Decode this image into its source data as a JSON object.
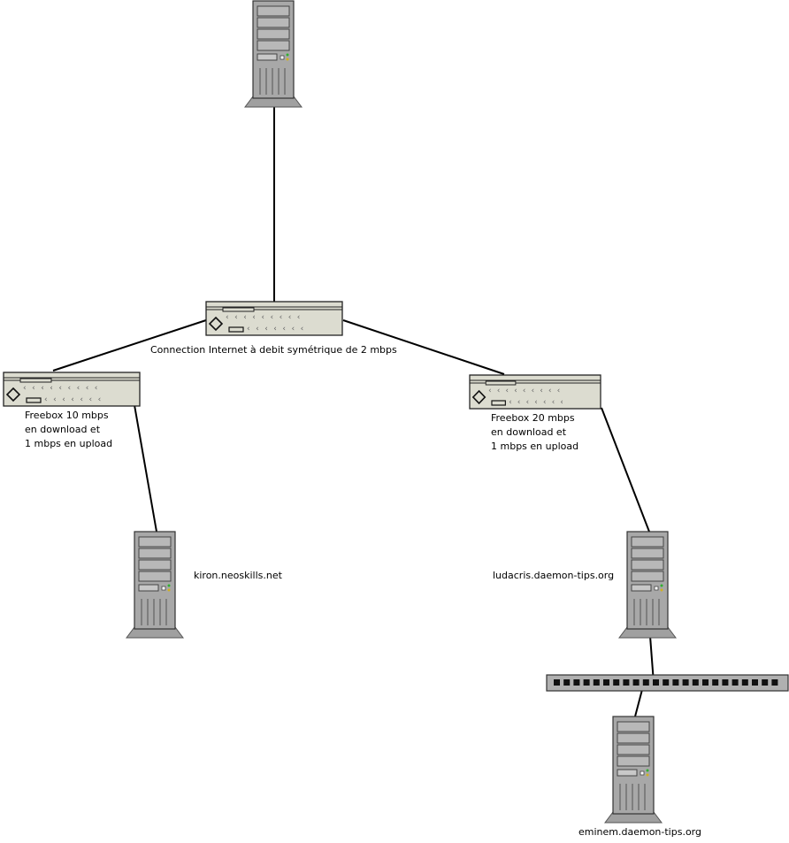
{
  "labels": {
    "core_router": "Connection Internet à debit symétrique de 2 mbps",
    "freebox_left": [
      "Freebox 10 mbps",
      "en download et",
      "1 mbps en upload"
    ],
    "freebox_right": [
      "Freebox 20 mbps",
      "en download et",
      "1 mbps en upload"
    ],
    "server_kiron": "kiron.neoskills.net",
    "server_ludacris": "ludacris.daemon-tips.org",
    "server_eminem": "eminem.daemon-tips.org"
  },
  "icons": {
    "server": "server-tower-icon",
    "router": "router-icon",
    "switch": "network-switch-icon"
  },
  "colors": {
    "server_body": "#a8a8a8",
    "router_body": "#dcdcd0",
    "switch_body": "#b0b0b0",
    "line": "#000000"
  }
}
